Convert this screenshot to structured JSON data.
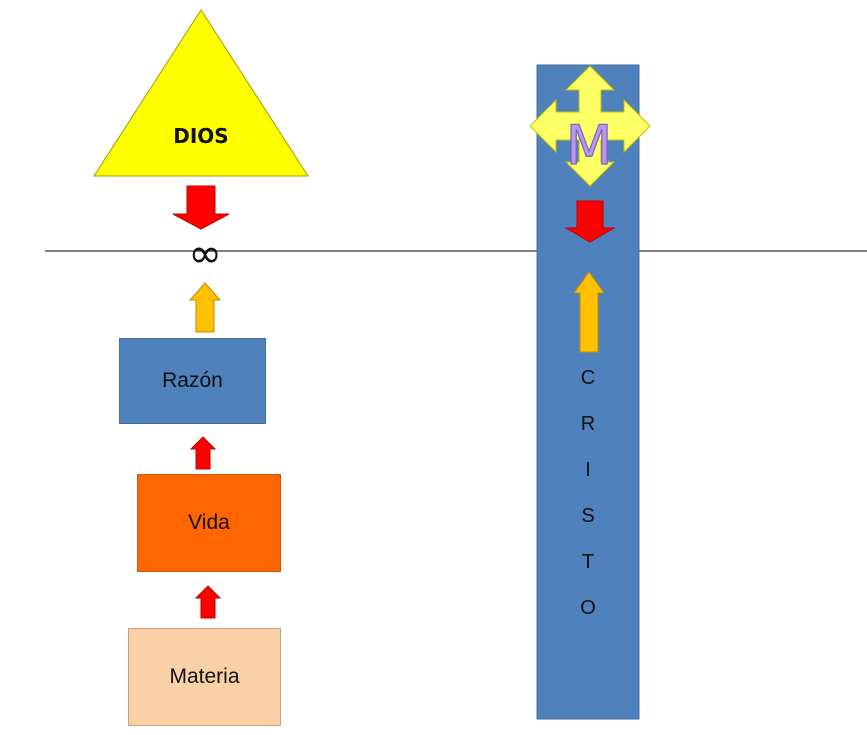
{
  "diagram": {
    "colors": {
      "dios": "#ffff00",
      "razon": "#4f81bd",
      "vida": "#ff6600",
      "materia": "#fad1a6",
      "cristo": "#4f81bd",
      "arrow_red": "#ff0000",
      "arrow_gold": "#ffc000",
      "cross_yellow": "#ffff66",
      "monogram": "#9a7cd6"
    },
    "triangle": {
      "label": "DIOS"
    },
    "infinity": {
      "symbol": "∞"
    },
    "boxes": {
      "razon": "Razón",
      "vida": "Vida",
      "materia": "Materia"
    },
    "column": {
      "monogram": "M",
      "letters": [
        "C",
        "R",
        "I",
        "S",
        "T",
        "O"
      ]
    }
  }
}
